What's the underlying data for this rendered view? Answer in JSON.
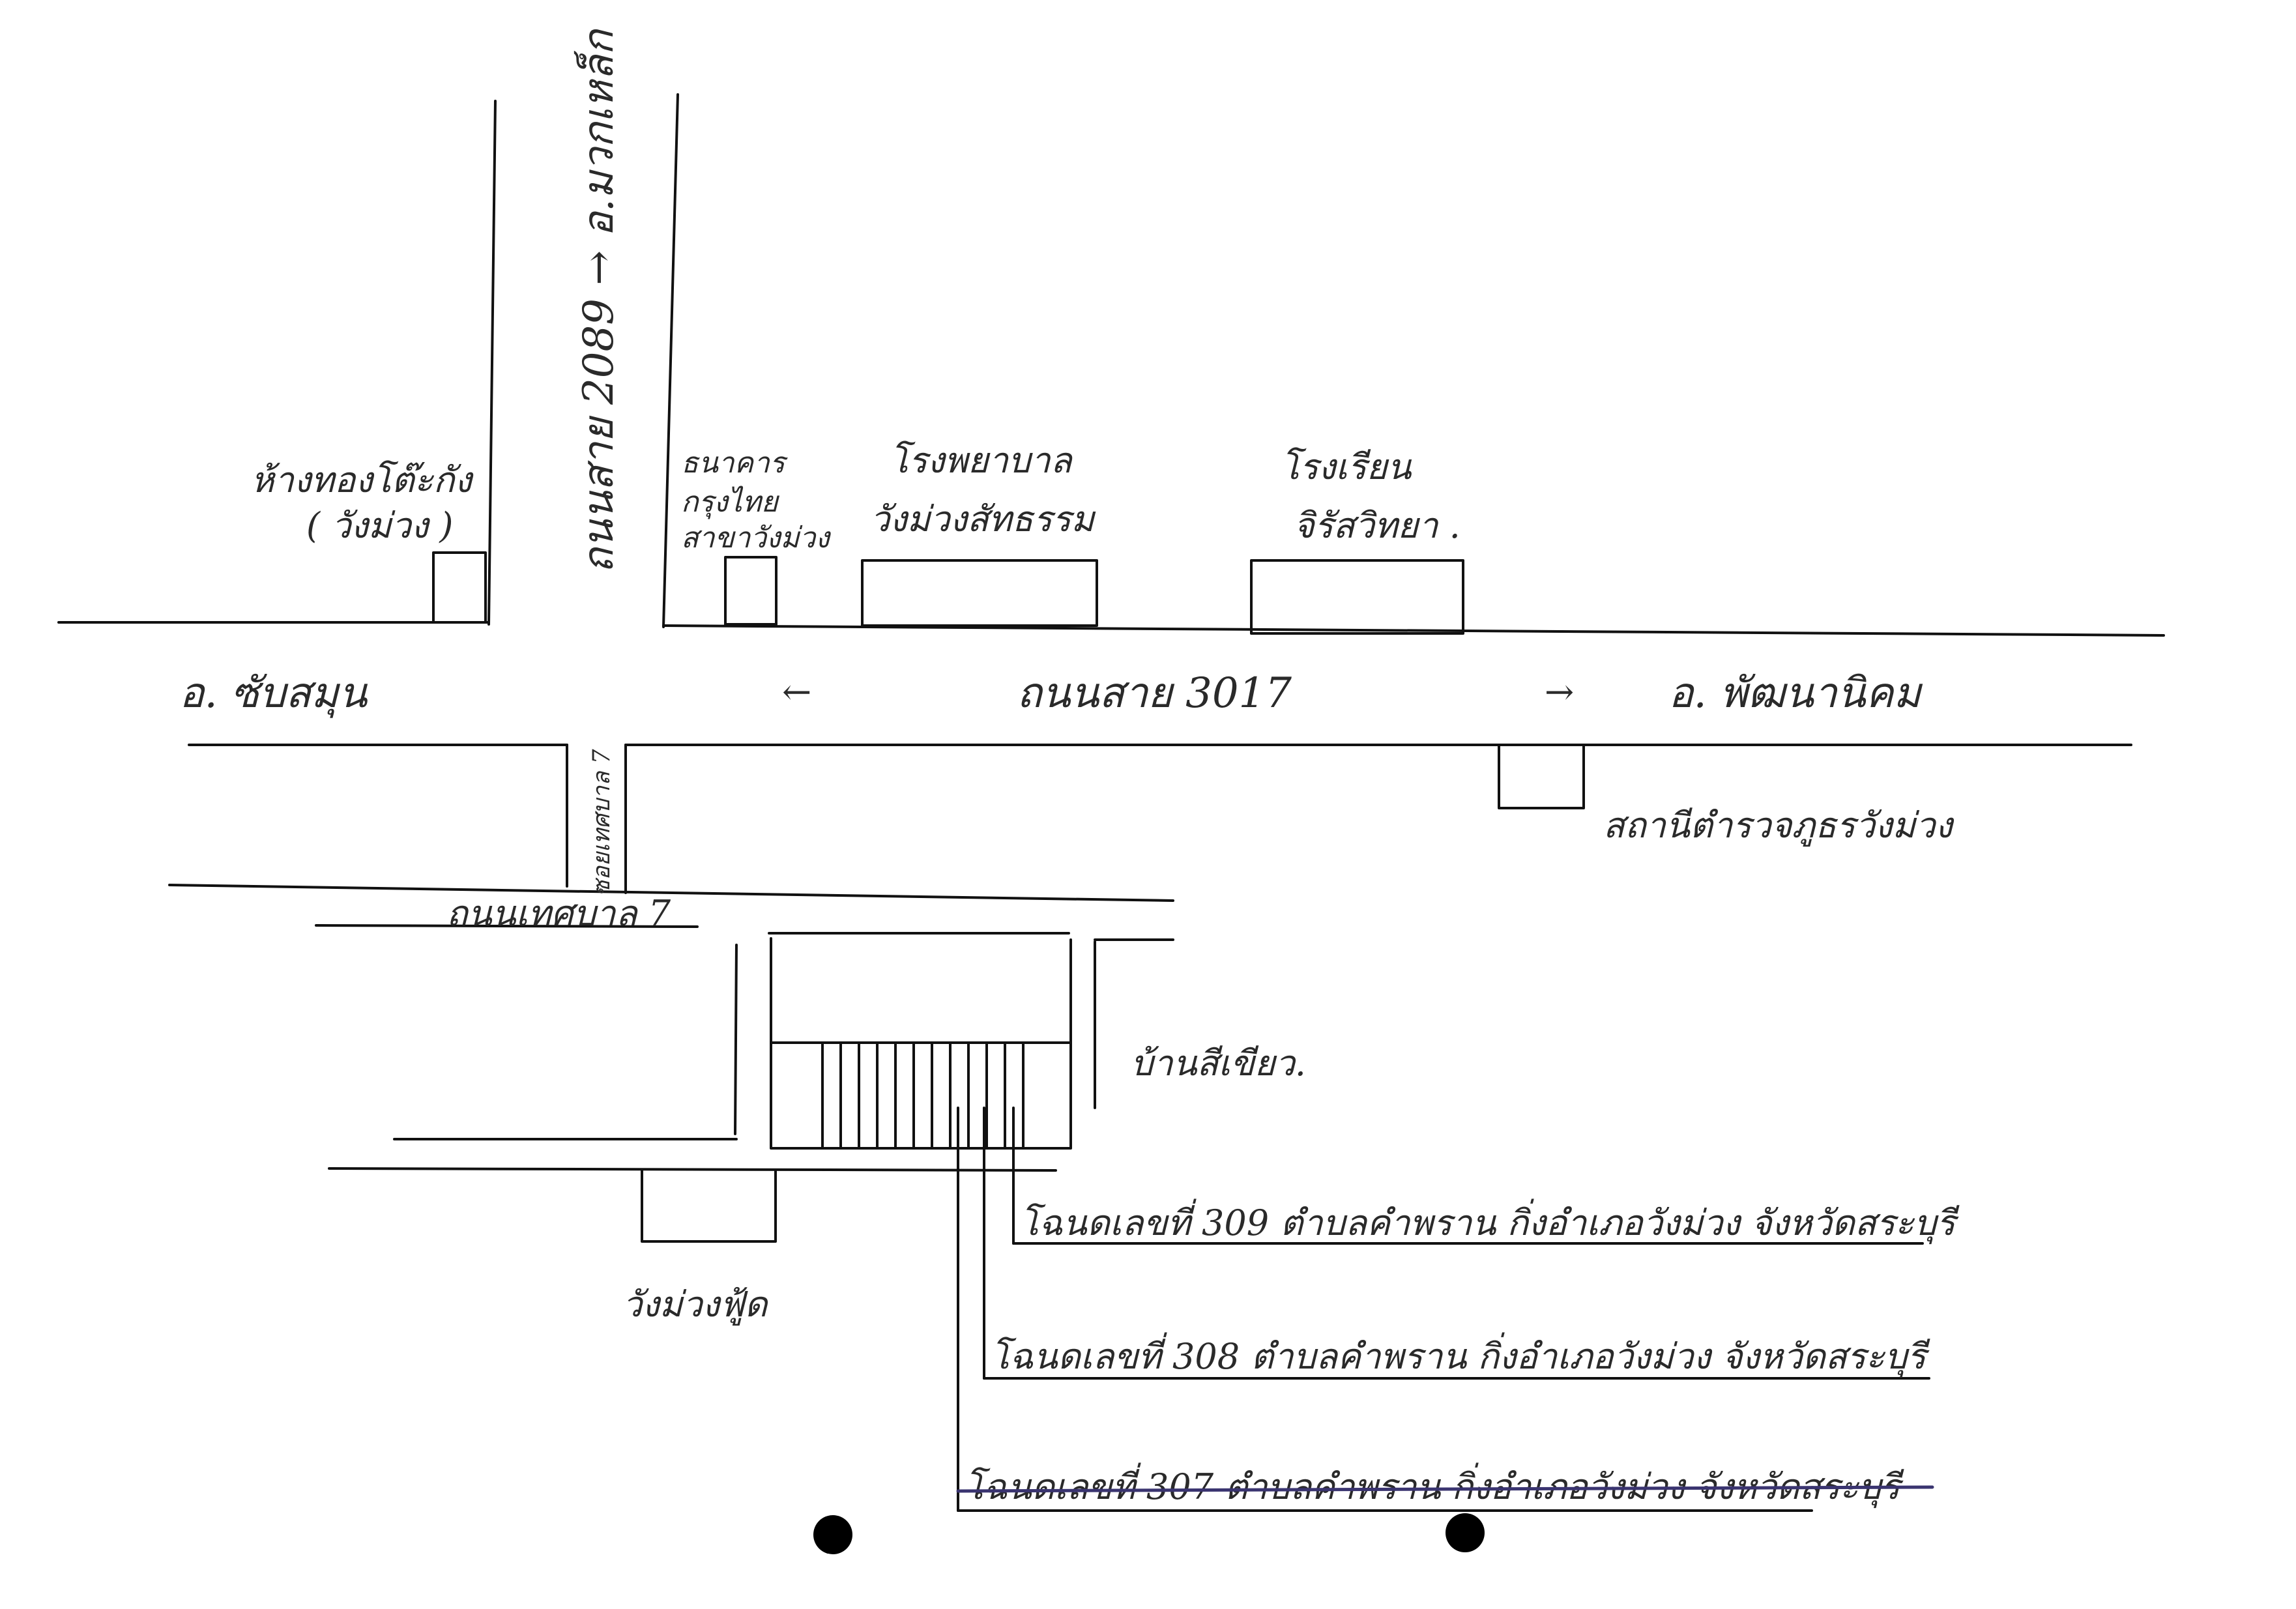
{
  "map": {
    "roads": {
      "main_highway": "ถนนสาย 3017",
      "west_direction": "อ. ซับสมุน",
      "east_direction": "อ. พัฒนานิคม",
      "arrow_left": "←",
      "arrow_right": "→",
      "north_road": "ถนนสาย 2089 → อ.มวกเหล็ก",
      "soi": "ซอยเทศบาล 7",
      "municipal_road": "ถนนเทศบาล 7"
    },
    "landmarks": {
      "gold_shop": "ห้างทองโต๊ะกัง",
      "gold_shop_sub": "( วังม่วง )",
      "bank_line1": "ธนาคาร",
      "bank_line2": "กรุงไทย",
      "bank_line3": "สาขาวังม่วง",
      "hospital_line1": "โรงพยาบาล",
      "hospital_line2": "วังม่วงสัทธรรม",
      "school_line1": "โรงเรียน",
      "school_line2": "จิรัสวิทยา .",
      "police": "สถานีตำรวจภูธรวังม่วง",
      "green_house": "บ้านสีเขียว.",
      "wangmuang_food": "วังม่วงฟู้ด"
    },
    "deeds": [
      {
        "text": "โฉนดเลขที่ 309 ตำบลคำพราน กิ่งอำเภอวังม่วง จังหวัดสระบุรี",
        "struck": false
      },
      {
        "text": "โฉนดเลขที่ 308 ตำบลคำพราน กิ่งอำเภอวังม่วง จังหวัดสระบุรี",
        "struck": false
      },
      {
        "text": "โฉนดเลขที่ 307 ตำบลคำพราน กิ่งอำเภอวังม่วง จังหวัดสระบุรี",
        "struck": true
      }
    ],
    "colors": {
      "ink": "#111111",
      "strike_ink": "#3a3470"
    }
  }
}
